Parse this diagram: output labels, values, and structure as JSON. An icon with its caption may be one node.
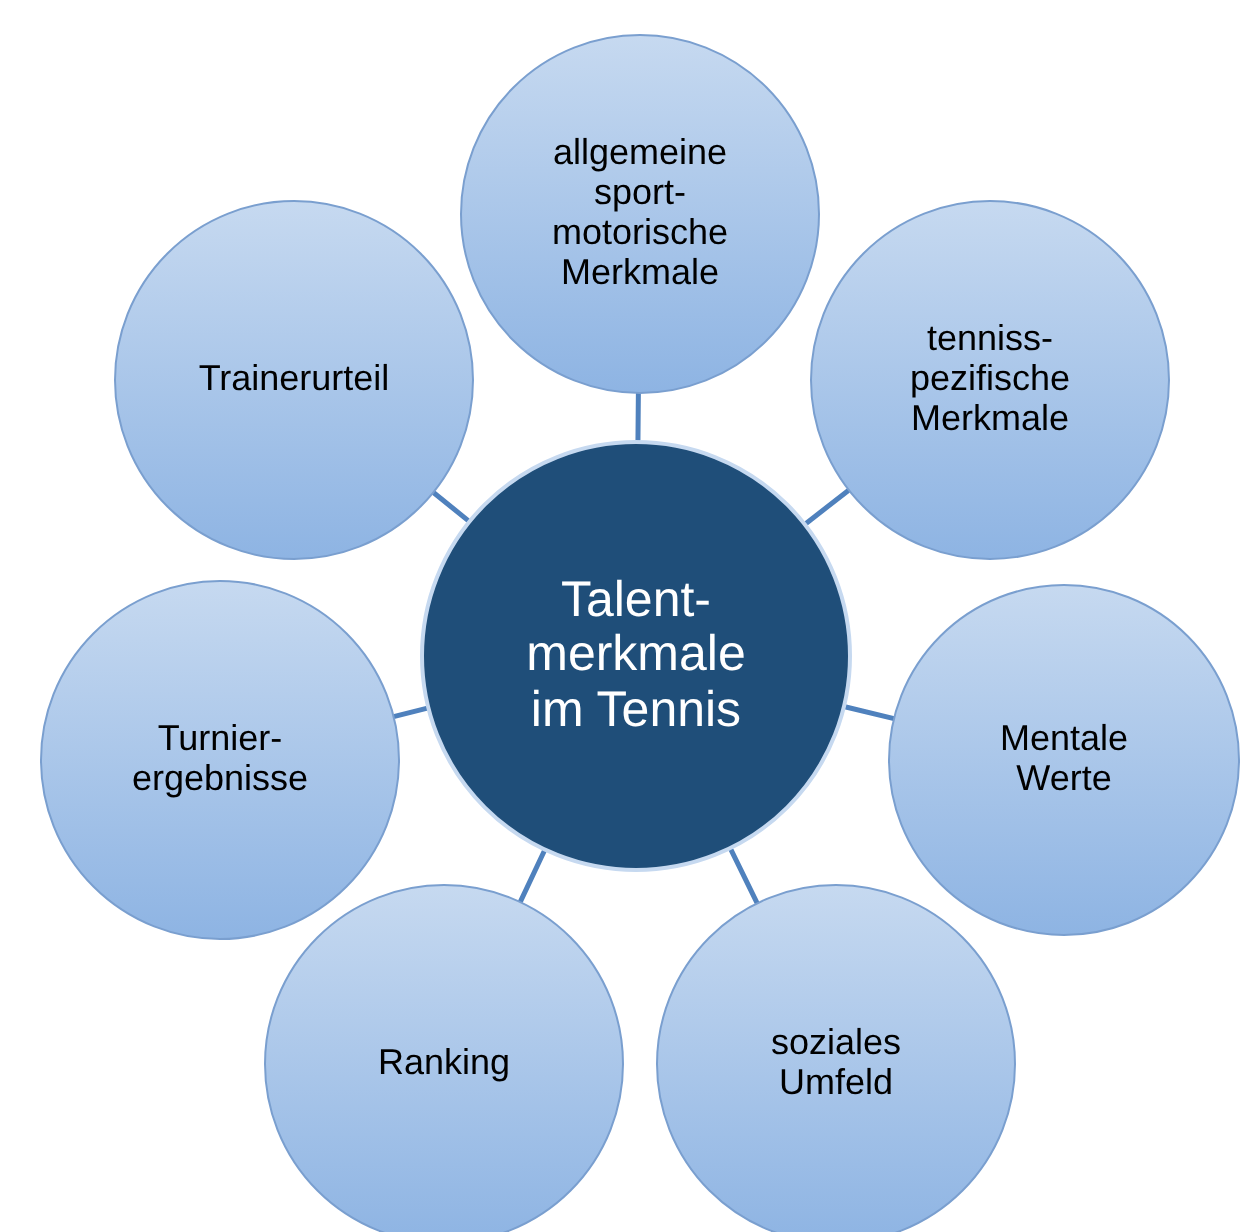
{
  "diagram": {
    "nodes": [
      {
        "text": [
          "Talent- merkmale im Tennis"
        ]
      },
      {
        "text": [
          "allgemeine sport- motorische Merkmale"
        ]
      },
      {
        "text": [
          "tenniss- pezifische Merkmale"
        ]
      },
      {
        "text": [
          "Mentale Werte"
        ]
      },
      {
        "text": [
          "soziales Umfeld"
        ]
      },
      {
        "text": [
          "Ranking"
        ]
      },
      {
        "text": [
          "Turnier- ergebnisse"
        ]
      },
      {
        "text": [
          "Trainerurteil"
        ]
      }
    ],
    "edges": [
      {
        "from": 0,
        "to": 1,
        "arrow": "none"
      },
      {
        "from": 0,
        "to": 2,
        "arrow": "none"
      },
      {
        "from": 0,
        "to": 3,
        "arrow": "none"
      },
      {
        "from": 0,
        "to": 4,
        "arrow": "none"
      },
      {
        "from": 0,
        "to": 5,
        "arrow": "none"
      },
      {
        "from": 0,
        "to": 6,
        "arrow": "none"
      },
      {
        "from": 0,
        "to": 7,
        "arrow": "none"
      }
    ]
  }
}
